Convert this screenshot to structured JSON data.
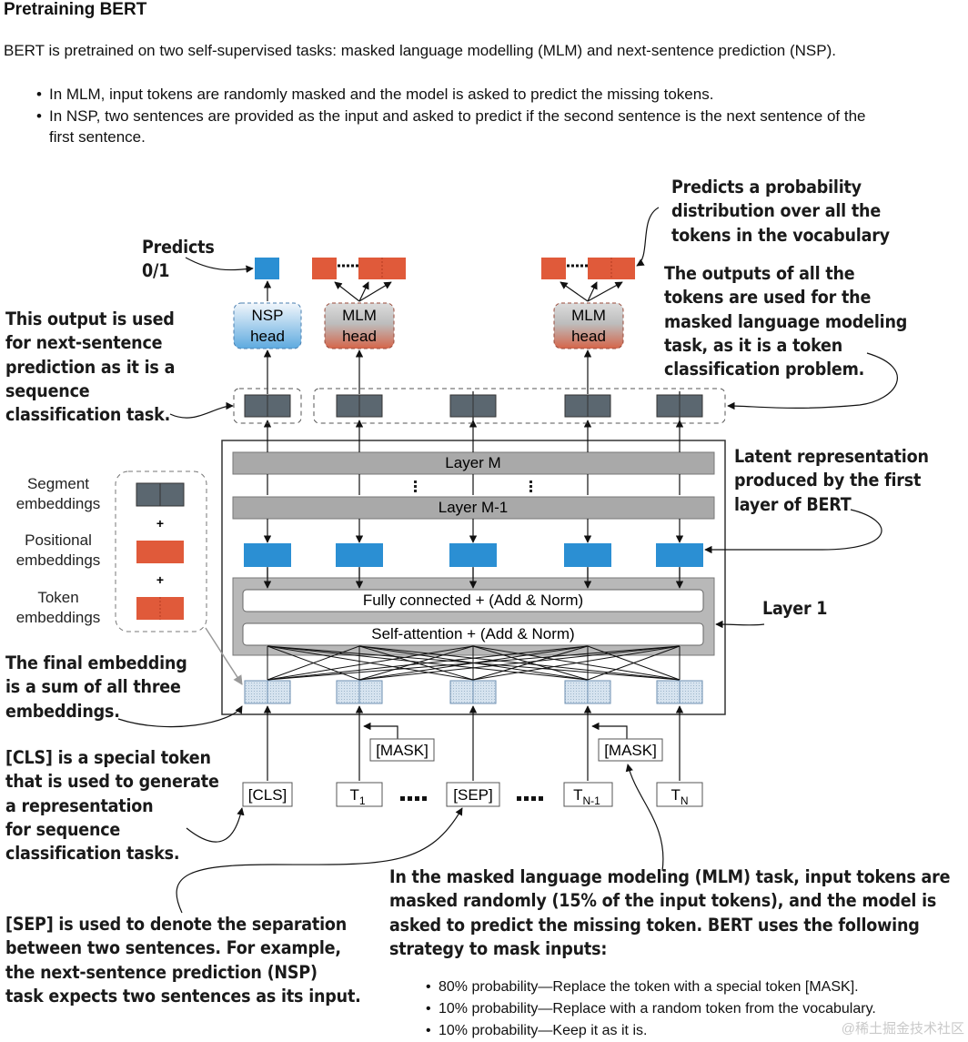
{
  "header": {
    "title": "Pretraining BERT",
    "intro": "BERT is pretrained on two self-supervised tasks: masked language modelling (MLM) and next-sentence prediction (NSP).",
    "bullets": [
      "In MLM, input tokens are randomly masked and the model is asked to predict the missing tokens.",
      "In NSP, two sentences are provided as the input and asked to predict if the second sentence is the next sentence of the first sentence."
    ]
  },
  "diagram": {
    "layer_m": "Layer M",
    "layer_m1": "Layer M-1",
    "fully_connected": "Fully connected + (Add & Norm)",
    "self_attention": "Self-attention + (Add & Norm)",
    "nsp_head": [
      "NSP",
      "head"
    ],
    "mlm_head": [
      "MLM",
      "head"
    ],
    "mask_token": "[MASK]",
    "tokens": {
      "cls": "[CLS]",
      "t1_main": "T",
      "t1_sub": "1",
      "sep": "[SEP]",
      "tn1_main": "T",
      "tn1_sub": "N-1",
      "tn_main": "T",
      "tn_sub": "N"
    },
    "legend": {
      "segment": [
        "Segment",
        "embeddings"
      ],
      "positional": [
        "Positional",
        "embeddings"
      ],
      "token": [
        "Token",
        "embeddings"
      ],
      "plus": "+"
    },
    "colors": {
      "segment": "#5b6770",
      "positional": "#e05a3a",
      "latent": "#2b8fd3",
      "layer_gray": "#a9a9a9",
      "block_gray": "#b8b8b8"
    }
  },
  "annotations": {
    "predicts_01": [
      "Predicts",
      "0/1"
    ],
    "prob_dist": [
      "Predicts a probability",
      "distribution over all the",
      "tokens in the vocabulary"
    ],
    "outputs_mlm": [
      "The outputs of all the",
      "tokens are used for the",
      "masked language modeling",
      "task, as it is a token",
      "classification problem."
    ],
    "nsp_output": [
      "This output is used",
      "for next-sentence",
      "prediction as it is a",
      "sequence",
      "classification task."
    ],
    "latent": [
      "Latent representation",
      "produced by the first",
      "layer of BERT"
    ],
    "layer1": "Layer 1",
    "final_embedding": [
      "The final embedding",
      "is a sum of all three",
      "embeddings."
    ],
    "cls_note": [
      "[CLS] is a special token",
      "that is used to generate",
      "a representation",
      "for sequence",
      "classification tasks."
    ],
    "sep_note": [
      "[SEP] is used to denote the separation",
      "between two sentences. For example,",
      "the next-sentence prediction (NSP)",
      "task expects two sentences as its input."
    ],
    "mlm_note": [
      "In the masked language modeling (MLM) task, input tokens are",
      "masked randomly (15% of the input tokens), and the model is",
      "asked to predict the missing token. BERT uses the following",
      "strategy to mask inputs:"
    ]
  },
  "strategy": [
    "80% probability—Replace the token with a special token [MASK].",
    "10% probability—Replace with a random token from the vocabulary.",
    "10% probability—Keep it as it is."
  ],
  "watermark": "@稀土掘金技术社区"
}
